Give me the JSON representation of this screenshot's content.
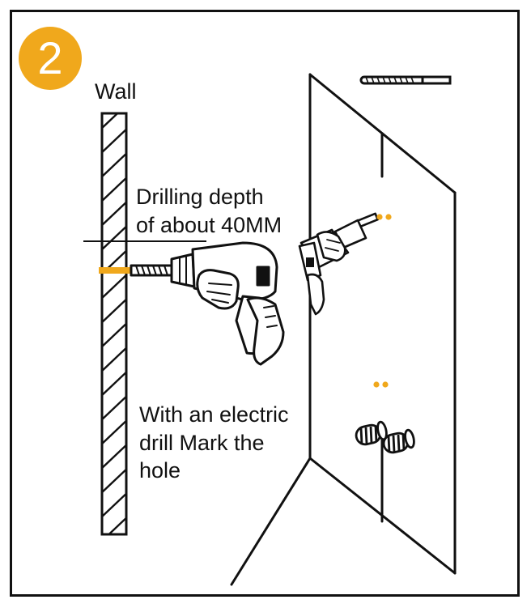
{
  "step": {
    "number": "2",
    "badge_color": "#f0a81c"
  },
  "labels": {
    "wall": "Wall",
    "depth": "Drilling depth\nof about 40MM",
    "instruction": "With an electric\ndrill Mark the\nhole"
  },
  "colors": {
    "accent": "#f0a81c",
    "line": "#111111",
    "background": "#ffffff"
  },
  "icons": [
    "drill-icon",
    "hand-icon",
    "screw-icon",
    "wall-plug-icon"
  ]
}
